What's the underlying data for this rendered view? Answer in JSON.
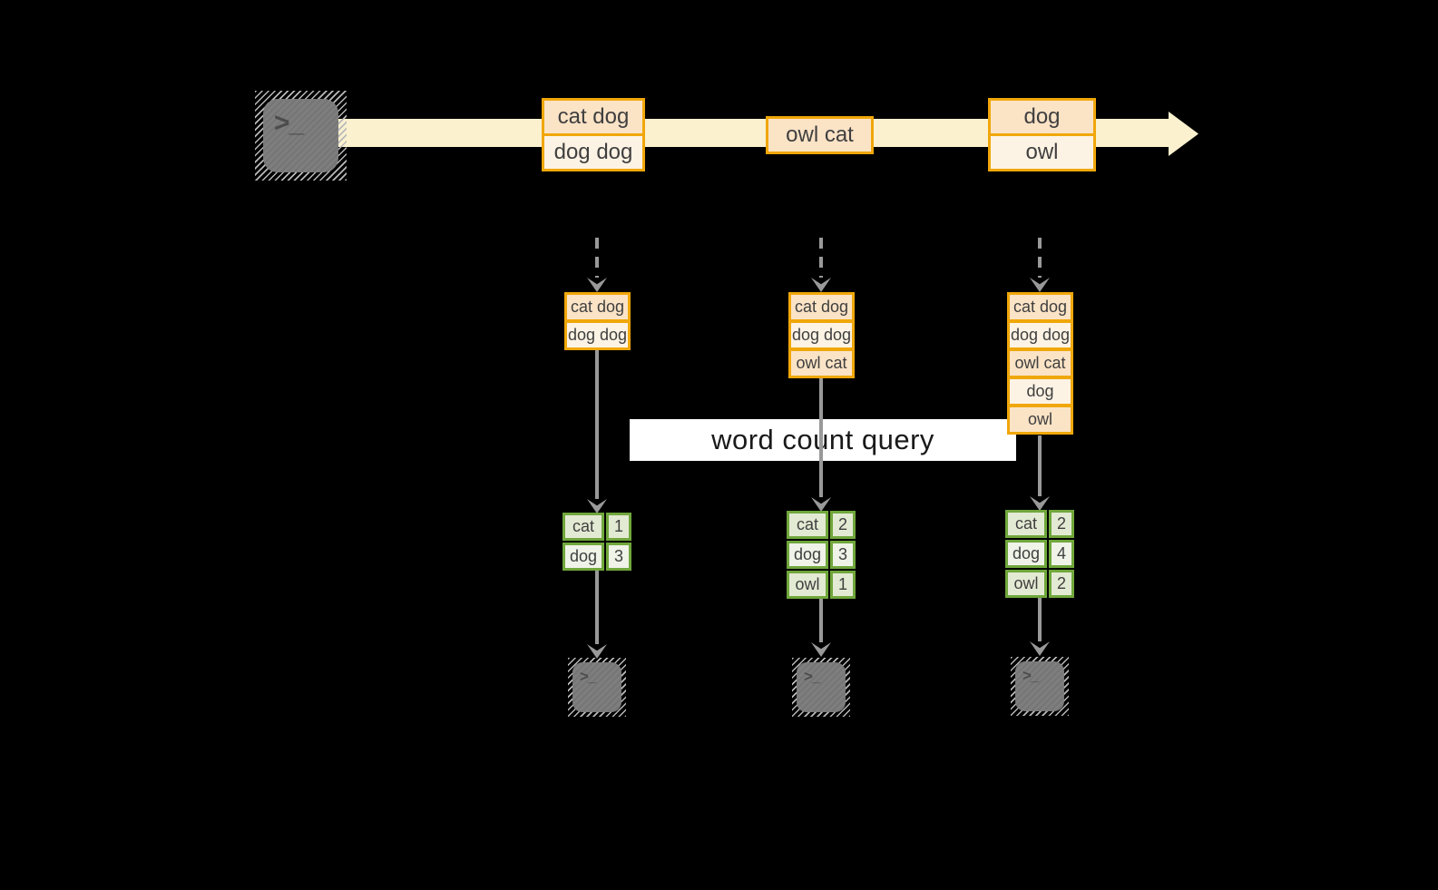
{
  "query": {
    "label": "word count query"
  },
  "icons": {
    "terminal_glyph": ">_"
  },
  "palette": {
    "background": "#000000",
    "stream_arrow": "#fbf1cf",
    "batch_border": "#f0a70a",
    "batch_fill_peach": "#fbe3c6",
    "batch_fill_cream": "#fdf3e4",
    "result_border": "#70a73c",
    "result_fill_dark": "#e3ead3",
    "result_fill_light": "#eff3e8",
    "flow_arrow": "#999999",
    "terminal": "#7e7e7e"
  },
  "stream": {
    "batches": [
      {
        "lines": [
          "cat dog",
          "dog dog"
        ]
      },
      {
        "lines": [
          "owl cat"
        ]
      },
      {
        "lines": [
          "dog",
          "owl"
        ]
      }
    ]
  },
  "columns": [
    {
      "input_lines": [
        "cat dog",
        "dog dog"
      ],
      "counts": [
        {
          "word": "cat",
          "count": "1"
        },
        {
          "word": "dog",
          "count": "3"
        }
      ]
    },
    {
      "input_lines": [
        "cat dog",
        "dog dog",
        "owl cat"
      ],
      "counts": [
        {
          "word": "cat",
          "count": "2"
        },
        {
          "word": "dog",
          "count": "3"
        },
        {
          "word": "owl",
          "count": "1"
        }
      ]
    },
    {
      "input_lines": [
        "cat dog",
        "dog dog",
        "owl cat",
        "dog",
        "owl"
      ],
      "counts": [
        {
          "word": "cat",
          "count": "2"
        },
        {
          "word": "dog",
          "count": "4"
        },
        {
          "word": "owl",
          "count": "2"
        }
      ]
    }
  ]
}
